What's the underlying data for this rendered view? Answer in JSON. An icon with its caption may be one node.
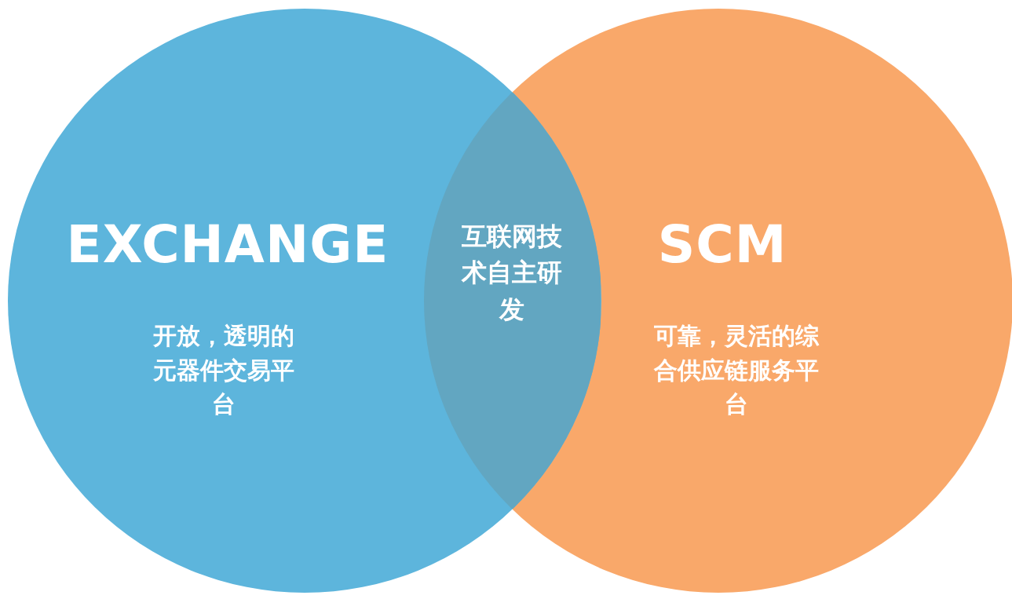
{
  "diagram": {
    "nodes": [
      {
        "text": [
          "EXCHANGE",
          "开放，透明的元器件交易平台"
        ]
      },
      {
        "text": [
          "SCM",
          "可靠，灵活的综合供应链服务平台"
        ]
      },
      {
        "text": [
          "互联网技术自主研发"
        ]
      }
    ],
    "edges": []
  }
}
